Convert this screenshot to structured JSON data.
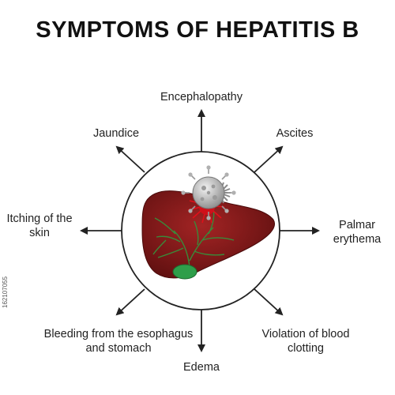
{
  "title": "SYMPTOMS OF HEPATITIS B",
  "symptoms": [
    {
      "label": "Encephalopathy"
    },
    {
      "label": "Jaundice"
    },
    {
      "label": "Ascites"
    },
    {
      "label": "Itching of the skin"
    },
    {
      "label": "Palmar erythema"
    },
    {
      "label": "Bleeding from the esophagus and stomach"
    },
    {
      "label": "Edema"
    },
    {
      "label": "Violation of blood clotting"
    }
  ],
  "stock_id": "162107055",
  "colors": {
    "liver": "#8b1a1a",
    "liver_dark": "#5c0f0f",
    "bile_ducts": "#3a8a3a",
    "gallbladder": "#2e9e4a",
    "virus": "#c8c8c8",
    "inflammation": "#e0101a",
    "arrows": "#222222"
  }
}
